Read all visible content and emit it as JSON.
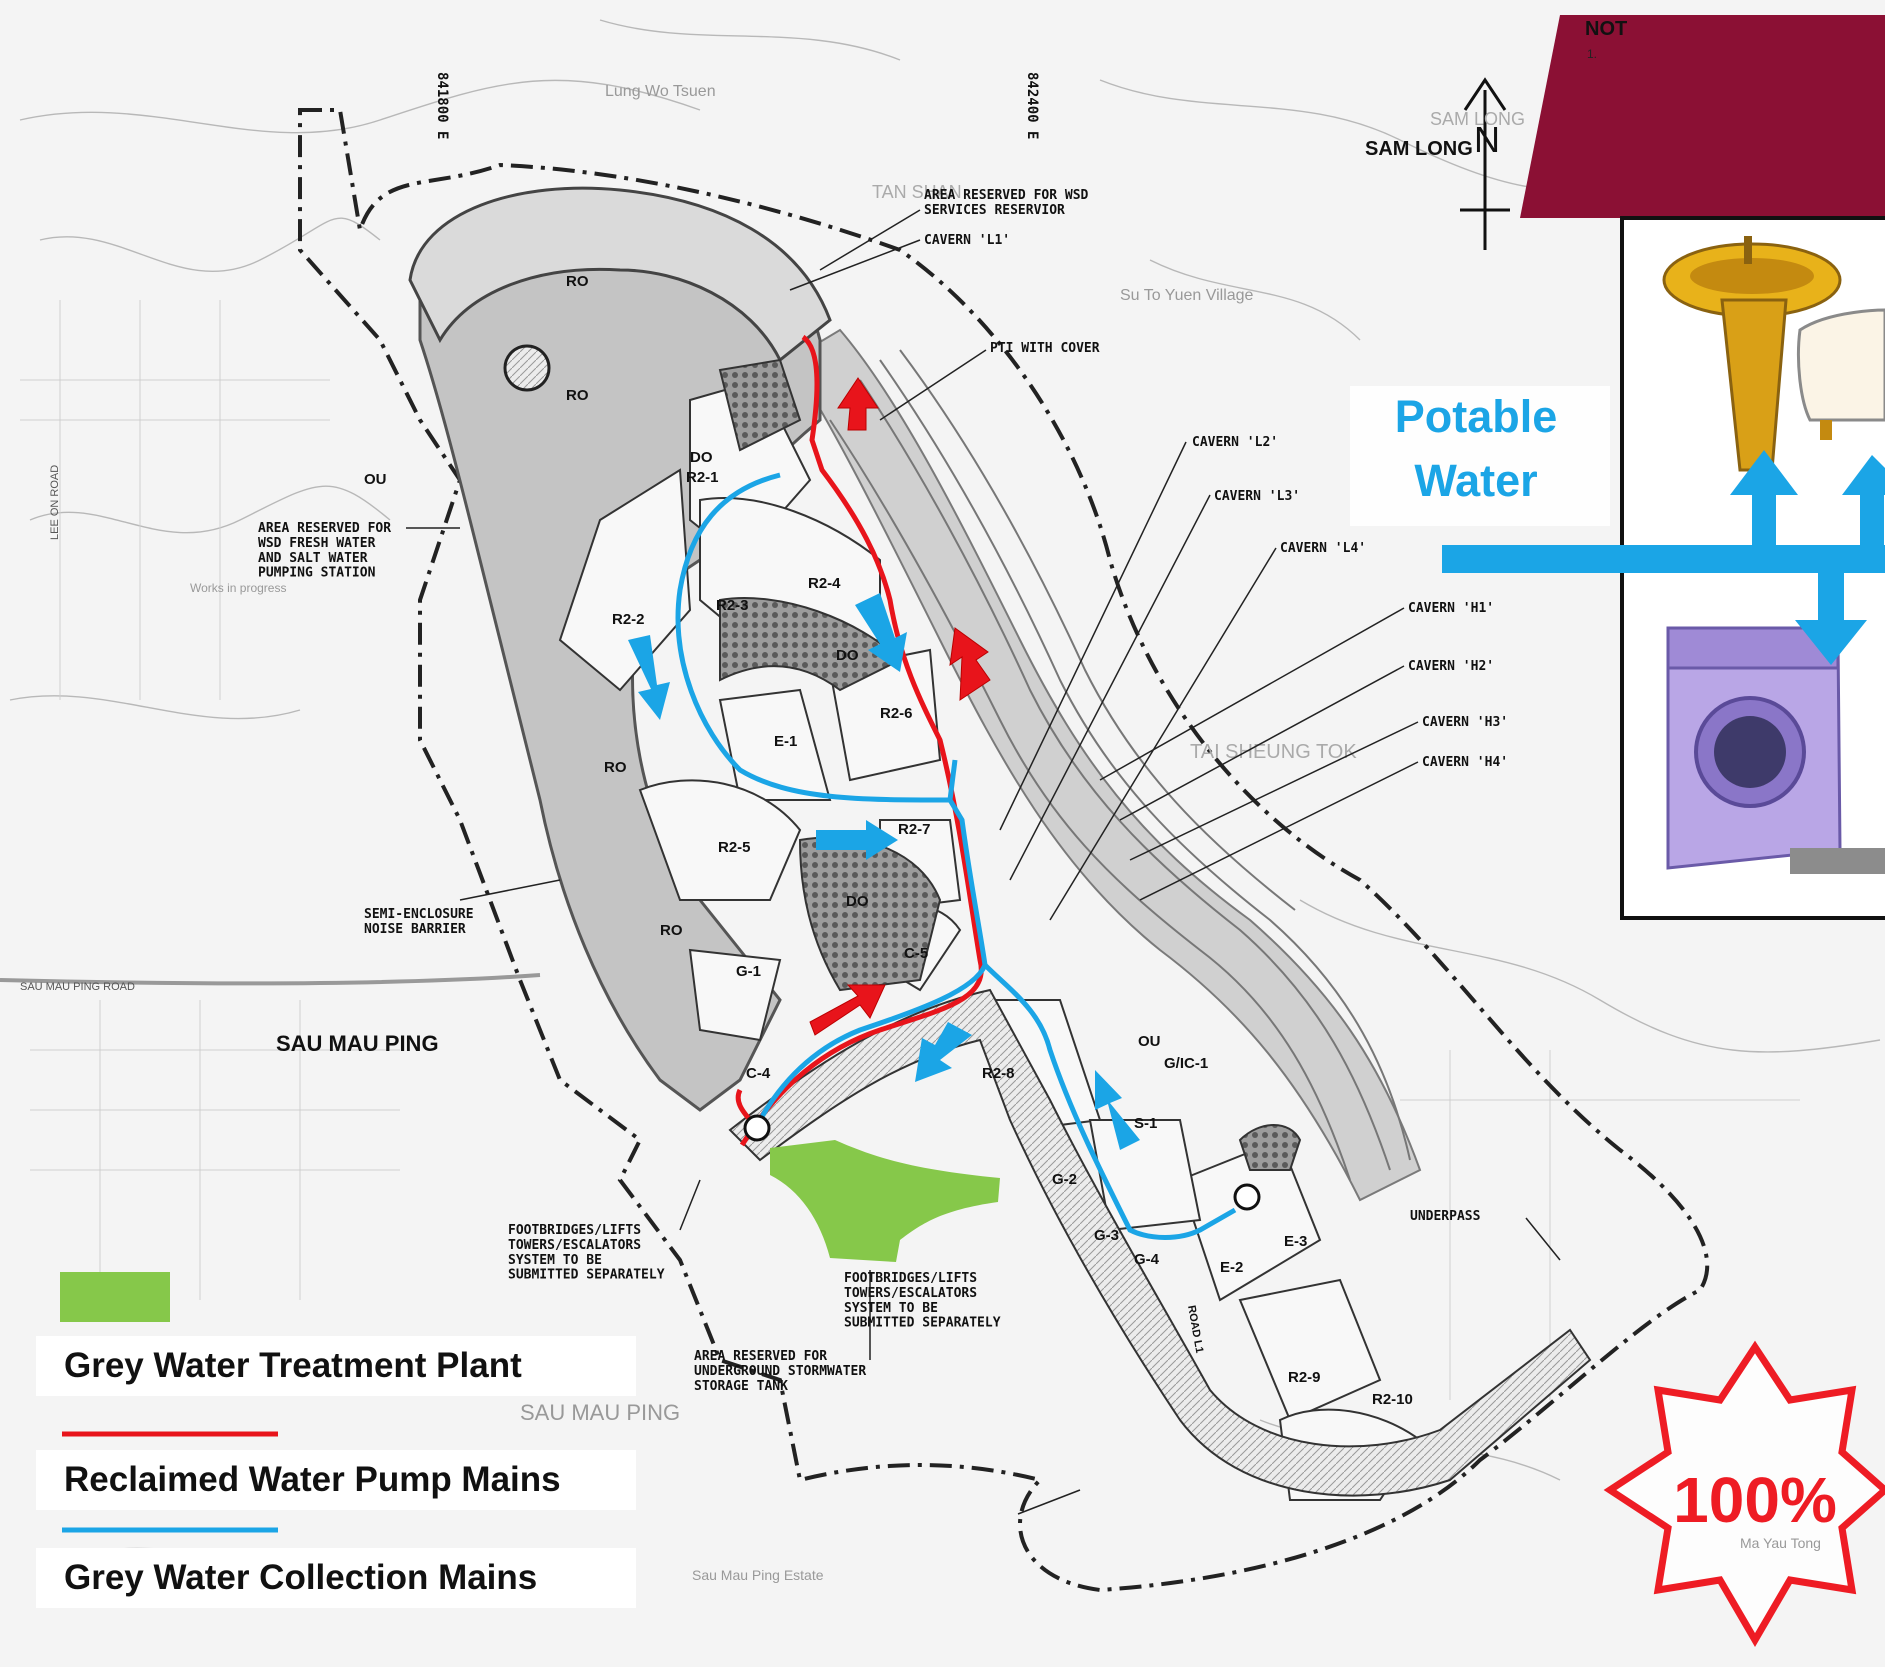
{
  "map": {
    "place_labels": {
      "sau_mau_ping": "SAU MAU PING",
      "sau_mau_ping_faint": "SAU MAU PING",
      "sam_long": "SAM LONG",
      "sam_long_faint": "SAM LONG",
      "lung_wo_tsuen": "Lung Wo Tsuen",
      "su_to_yuen": "Su To Yuen Village",
      "tai_sheung_tok": "TAI SHEUNG TOK",
      "sau_mau_ping_road": "SAU MAU PING ROAD",
      "sau_mau_ping_estate": "Sau Mau Ping Estate",
      "ma_yau_tong": "Ma Yau Tong",
      "tan_shan": "TAN SHAN",
      "lee_on_road": "LEE ON ROAD",
      "works_in_progress": "Works in progress"
    },
    "grid_marks": {
      "e1": "841800 E",
      "e2": "842400 E"
    },
    "north_label": "N",
    "notes_label": "NOT",
    "notes_item": "1.",
    "zones": {
      "ro1": "RO",
      "ro2": "RO",
      "ro3": "RO",
      "ro4": "RO",
      "do1": "DO",
      "do2": "DO",
      "do3": "DO",
      "r2_1": "R2-1",
      "r2_2": "R2-2",
      "r2_3": "R2-3",
      "r2_4": "R2-4",
      "r2_5": "R2-5",
      "r2_6": "R2-6",
      "r2_7": "R2-7",
      "r2_8": "R2-8",
      "r2_9": "R2-9",
      "r2_10": "R2-10",
      "e_1": "E-1",
      "e_2": "E-2",
      "e_3": "E-3",
      "g_1": "G-1",
      "g_2": "G-2",
      "g_3": "G-3",
      "c_4": "C-4",
      "c_5": "C-5",
      "s_1": "S-1",
      "ou1": "OU",
      "ou2": "OU",
      "gic1": "G/IC-1",
      "g_4": "G-4",
      "road_l1": "ROAD L1"
    },
    "annotations": {
      "reserved_wsd_services": "AREA RESERVED FOR WSD\nSERVICES RESERVIOR",
      "cavern_l1": "CAVERN 'L1'",
      "pti_cover": "PTI WITH COVER",
      "cavern_l2": "CAVERN 'L2'",
      "cavern_l3": "CAVERN 'L3'",
      "cavern_l4": "CAVERN 'L4'",
      "cavern_h1": "CAVERN 'H1'",
      "cavern_h2": "CAVERN 'H2'",
      "cavern_h3": "CAVERN 'H3'",
      "cavern_h4": "CAVERN 'H4'",
      "reserved_pumping": "AREA RESERVED FOR\nWSD FRESH WATER\nAND SALT WATER\nPUMPING STATION",
      "noise_barrier": "SEMI-ENCLOSURE\nNOISE BARRIER",
      "footbridges_1": "FOOTBRIDGES/LIFTS\nTOWERS/ESCALATORS\nSYSTEM TO BE\nSUBMITTED SEPARATELY",
      "footbridges_2": "FOOTBRIDGES/LIFTS\nTOWERS/ESCALATORS\nSYSTEM TO BE\nSUBMITTED SEPARATELY",
      "stormwater": "AREA RESERVED FOR\nUNDERGROUND STORMWATER\nSTORAGE TANK",
      "underpass": "UNDERPASS"
    }
  },
  "legend": {
    "treatment_plant": "Grey Water Treatment Plant",
    "reclaimed_mains": "Reclaimed Water Pump Mains",
    "collection_mains": "Grey Water Collection Mains"
  },
  "inset": {
    "potable_line1": "Potable",
    "potable_line2": "Water"
  },
  "badge": {
    "percent": "100%"
  },
  "colors": {
    "plant_green": "#86c84a",
    "reclaimed_red": "#e8141b",
    "collection_blue": "#1ba5e6",
    "banner_maroon": "#8b1034",
    "badge_red": "#ee1c24",
    "platform_grey": "#c8c8c8"
  }
}
